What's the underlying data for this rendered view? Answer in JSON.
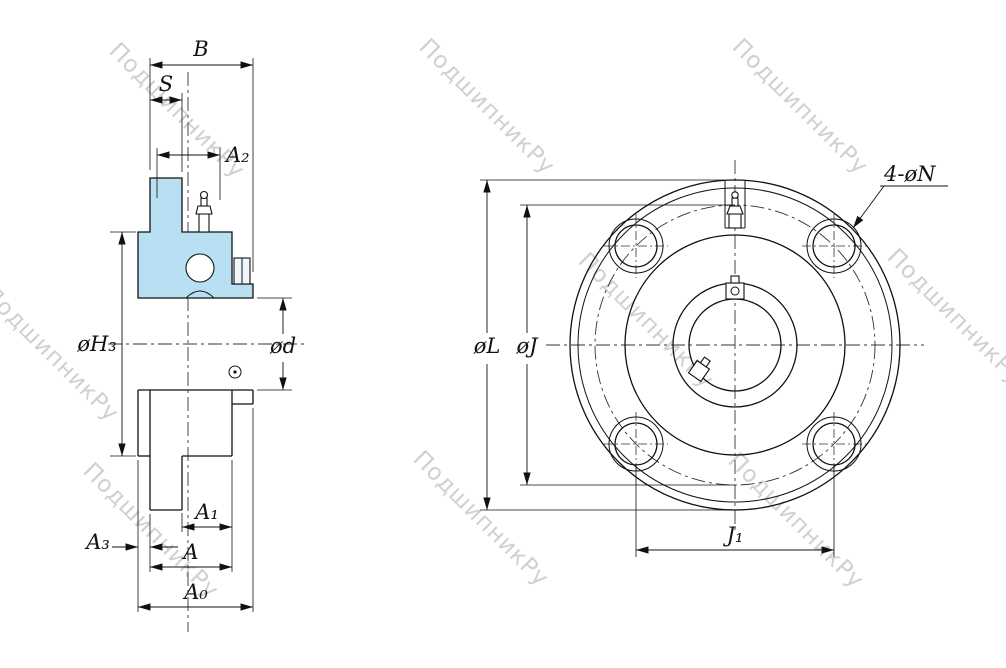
{
  "watermark": {
    "text": "ПодшипникРу",
    "color": "#c8c8c8"
  },
  "colors": {
    "section_fill": "#b9e0f2",
    "line": "#111111"
  },
  "side_view": {
    "dims": {
      "B": "B",
      "S": "S",
      "A2": "A₂",
      "H3": "øH₃",
      "d": "ød",
      "A1": "A₁",
      "A3": "A₃",
      "A": "A",
      "A0": "A₀"
    }
  },
  "front_view": {
    "dims": {
      "L": "øL",
      "J": "øJ",
      "J1": "J₁",
      "N": "4-øN"
    }
  }
}
